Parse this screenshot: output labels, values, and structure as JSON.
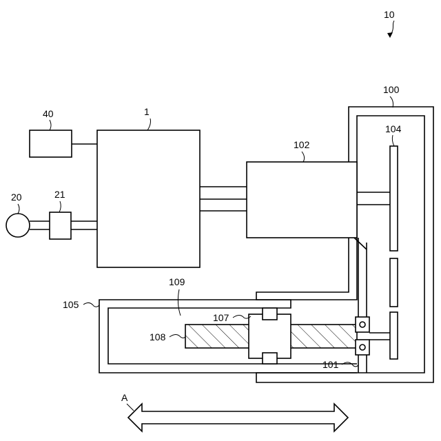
{
  "figure": {
    "labels": {
      "system": "10",
      "controller": "1",
      "motor": "20",
      "coupling": "21",
      "unit_40": "40",
      "housing": "100",
      "part_101": "101",
      "part_102": "102",
      "part_104": "104",
      "frame_105": "105",
      "part_107": "107",
      "part_108": "108",
      "part_109": "109",
      "direction": "A"
    }
  }
}
